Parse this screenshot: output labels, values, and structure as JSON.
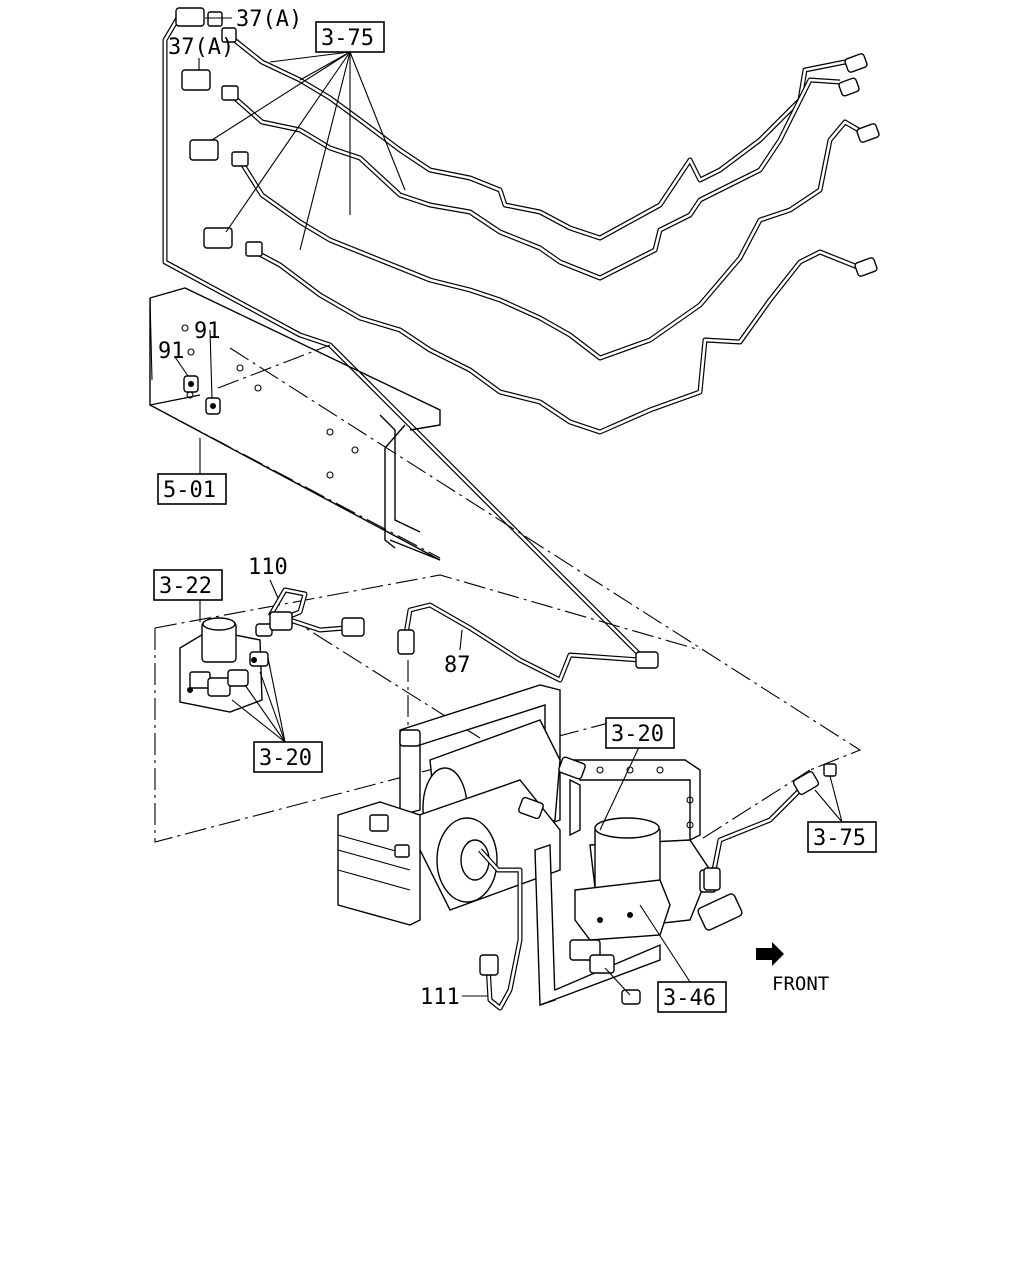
{
  "callouts": {
    "c_37a_top": "37(A)",
    "c_37a_second": "37(A)",
    "c_3_75_top": "3-75",
    "c_91_a": "91",
    "c_91_b": "91",
    "c_5_01": "5-01",
    "c_3_22": "3-22",
    "c_110": "110",
    "c_87": "87",
    "c_3_20_left": "3-20",
    "c_3_20_right": "3-20",
    "c_3_75_right": "3-75",
    "c_3_46": "3-46",
    "c_111": "111",
    "front": "FRONT"
  },
  "icons": {
    "front_arrow": "arrow-right-icon"
  }
}
